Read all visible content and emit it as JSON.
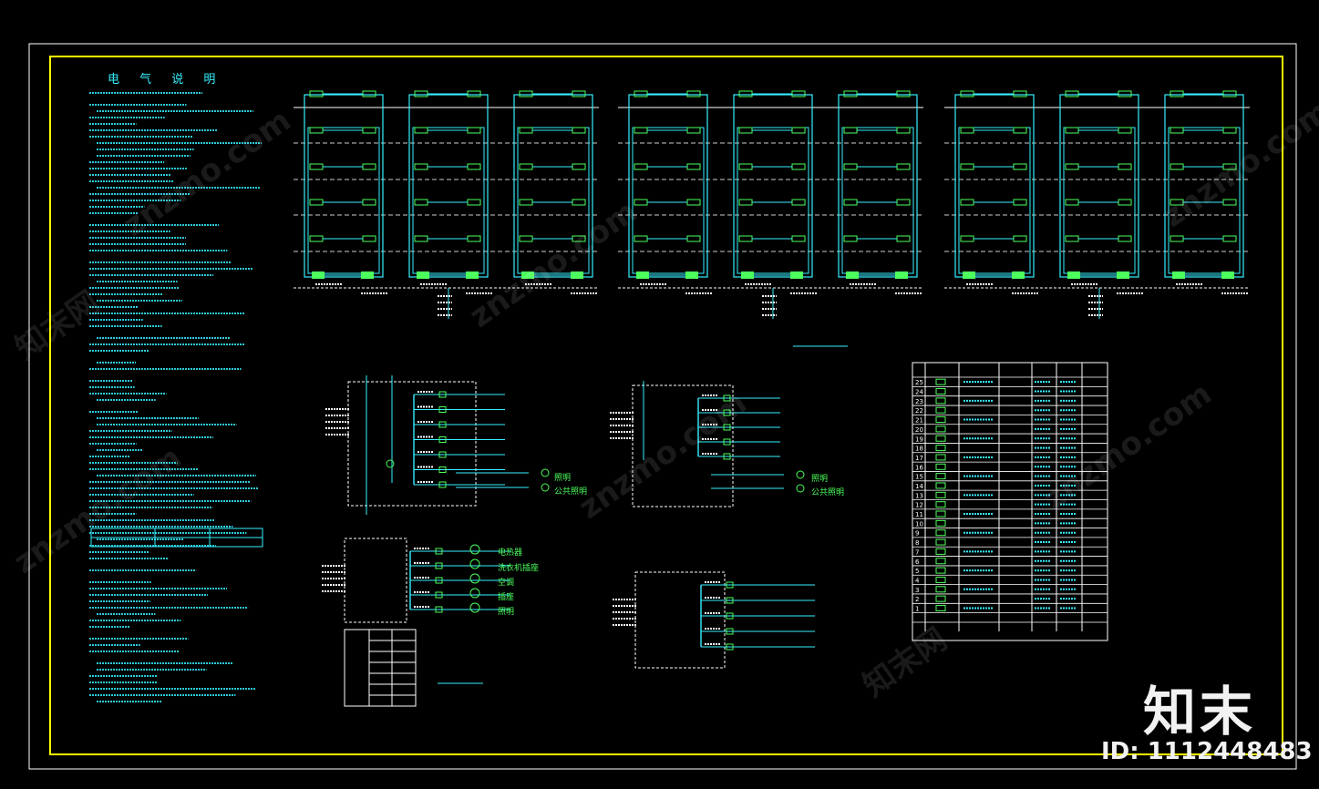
{
  "drawing": {
    "title": "电 气 说 明",
    "colors": {
      "frame": "#ffff00",
      "text": "#36f0ff",
      "device": "#4cff5c",
      "line": "#36f0ff",
      "table": "#ffffff"
    }
  },
  "panel_labels": {
    "a1": "照明",
    "a2": "公共照明",
    "b1": "照明",
    "b2": "公共照明",
    "c1": "电热器",
    "c2": "洗衣机插座",
    "c3": "空调",
    "c4": "插座",
    "c5": "照明"
  },
  "legend_rows": [
    "25",
    "24",
    "23",
    "22",
    "21",
    "20",
    "19",
    "18",
    "17",
    "16",
    "15",
    "14",
    "13",
    "12",
    "11",
    "10",
    "9",
    "8",
    "7",
    "6",
    "5",
    "4",
    "3",
    "2",
    "1"
  ],
  "brand": {
    "logo": "知末",
    "id": "ID: 1112448483",
    "watermark": "znzmo.com",
    "watermark_cn": "知末网"
  }
}
